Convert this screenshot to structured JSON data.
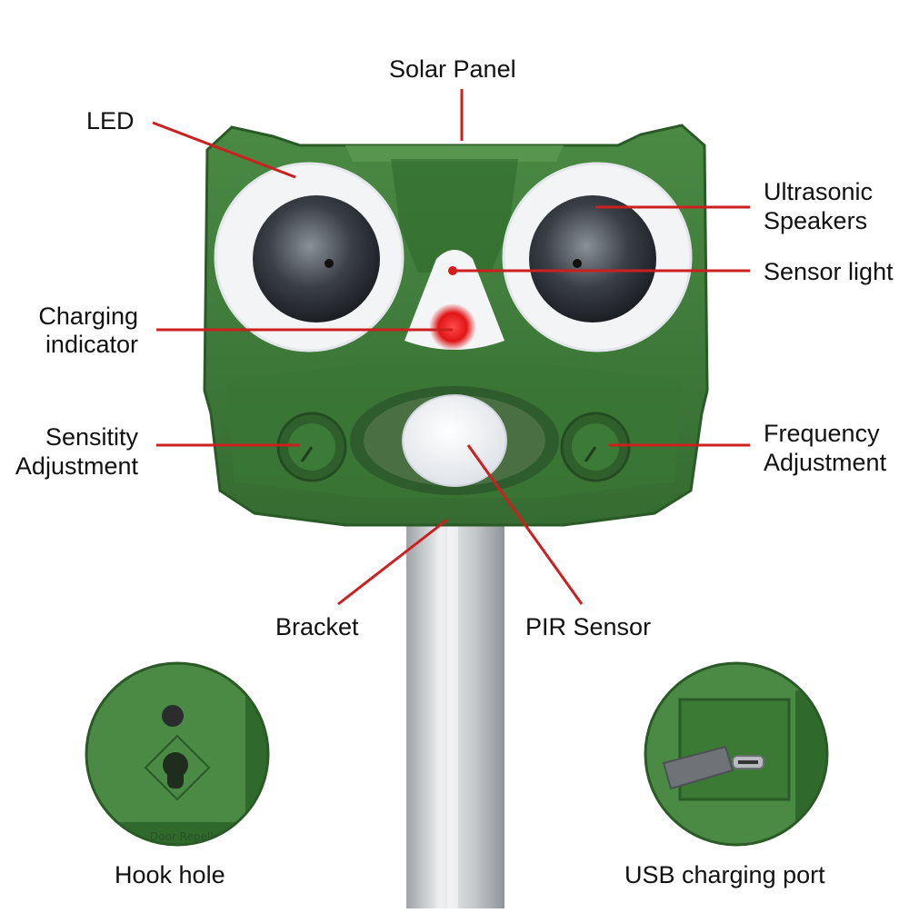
{
  "labels": {
    "solar_panel": "Solar Panel",
    "led": "LED",
    "ultrasonic_line1": "Ultrasonic",
    "ultrasonic_line2": "Speakers",
    "sensor_light": "Sensor light",
    "charging_line1": "Charging",
    "charging_line2": "indicator",
    "sensitivity_line1": "Sensitity",
    "sensitivity_line2": "Adjustment",
    "frequency_line1": "Frequency",
    "frequency_line2": "Adjustment",
    "bracket": "Bracket",
    "pir_sensor": "PIR Sensor",
    "hook_hole": "Hook hole",
    "usb_port": "USB charging port"
  },
  "embossed_text": "Door Repeller",
  "colors": {
    "leader_line": "#cc1f1f",
    "device_green": "#3f7d3a",
    "device_dark_green": "#2c5e2a",
    "pole": "#c9cdd0"
  }
}
